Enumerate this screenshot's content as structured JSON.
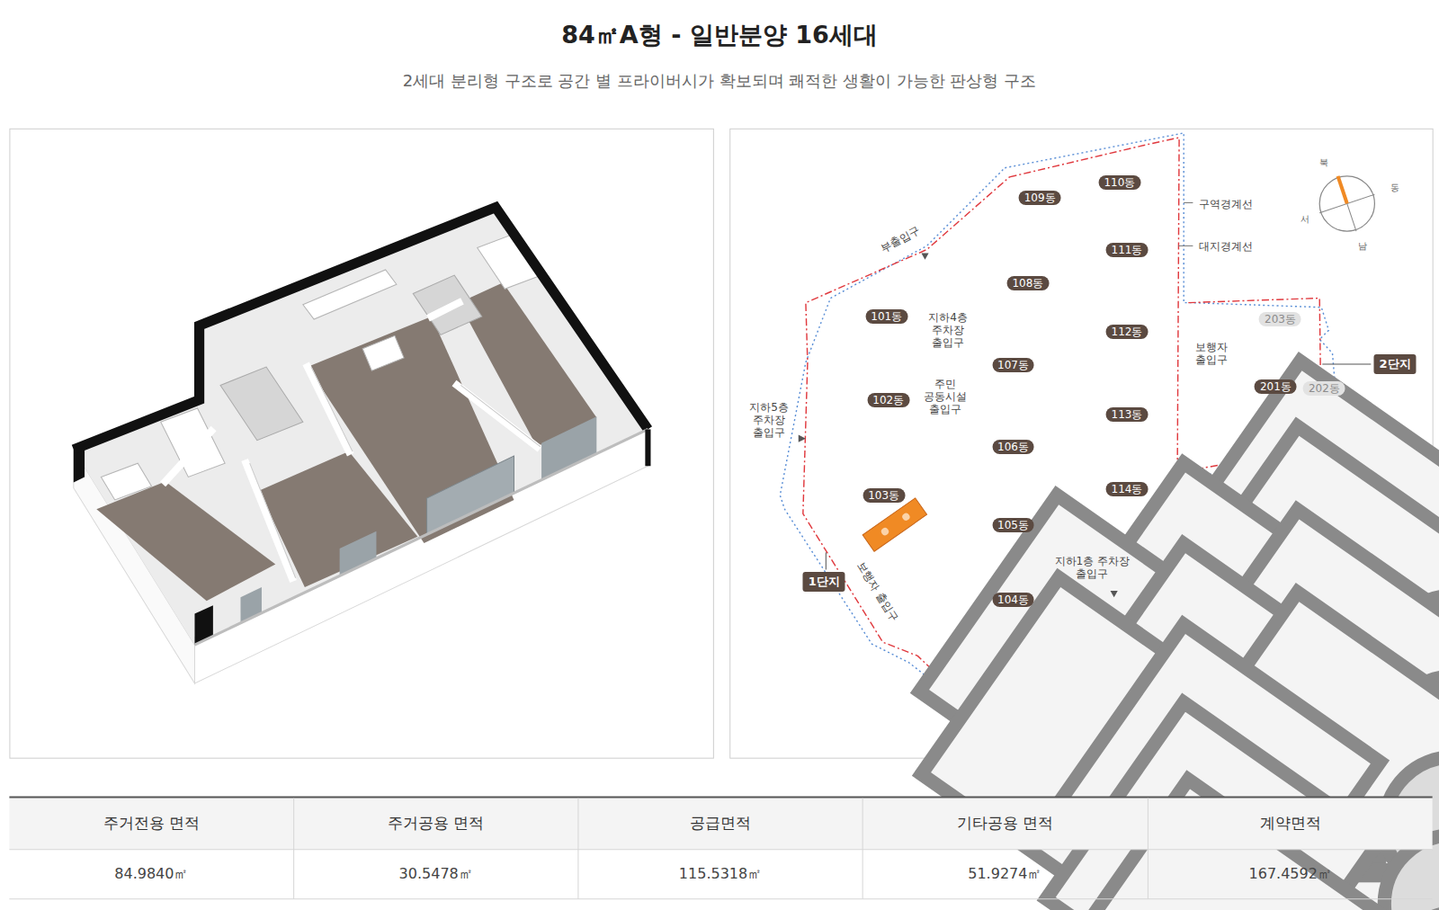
{
  "diagram": {
    "title": "84㎡A형 - 일반분양 16세대",
    "caption": "2세대 분리형 구조로 공간 별 프라이버시가 확보되며 쾌적한 생활이 가능한 판상형 구조",
    "nodes": [
      {
        "text": [
          "110동"
        ]
      },
      {
        "text": [
          "109동"
        ]
      },
      {
        "text": [
          "111동"
        ]
      },
      {
        "text": [
          "108동"
        ]
      },
      {
        "text": [
          "101동"
        ]
      },
      {
        "text": [
          "203동"
        ]
      },
      {
        "text": [
          "112동"
        ]
      },
      {
        "text": [
          "2단지"
        ]
      },
      {
        "text": [
          "107동"
        ]
      },
      {
        "text": [
          "201동"
        ]
      },
      {
        "text": [
          "202동"
        ]
      },
      {
        "text": [
          "102동"
        ]
      },
      {
        "text": [
          "113동"
        ]
      },
      {
        "text": [
          "106동"
        ]
      },
      {
        "text": [
          "114동"
        ]
      },
      {
        "text": [
          "103동"
        ]
      },
      {
        "text": [
          "105동"
        ]
      },
      {
        "text": [
          "1단지"
        ]
      },
      {
        "text": [
          "104동"
        ]
      }
    ],
    "labels": [
      "부출입구",
      "지하4층 주차장 출입구",
      "주민 공동시설 출입구",
      "지하5층 주차장 출입구",
      "보행자 출입구",
      "지하1층 주차장 출입구",
      "보행자 출입구",
      "구역경계선",
      "대지경계선",
      "북",
      "동",
      "남",
      "서",
      "주거전용 면적",
      "주거공용 면적",
      "공급면적",
      "기타공용 면적",
      "계약면적",
      "84.9840㎡",
      "30.5478㎡",
      "115.5318㎡",
      "51.9274㎡",
      "167.4592㎡"
    ]
  }
}
